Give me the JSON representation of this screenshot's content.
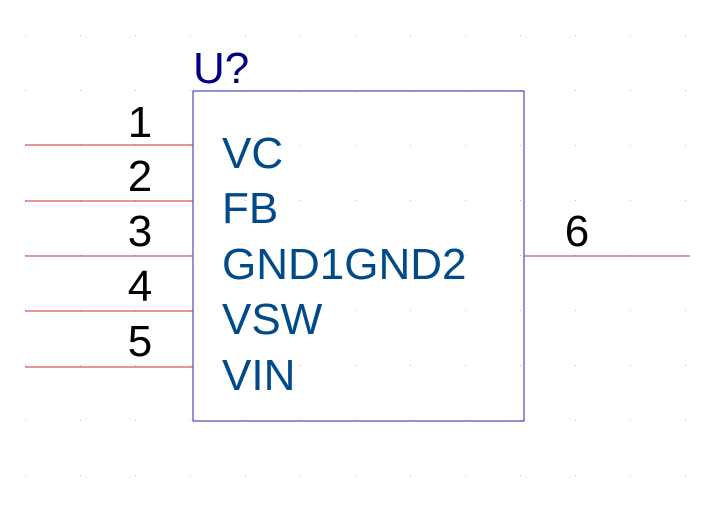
{
  "colors": {
    "background": "#ffffff",
    "grid_dot": "#b8b8b8",
    "body_outline": "#2424a8",
    "pin_line": "#c83232",
    "refdes_text": "#000080",
    "pin_name_text": "#004a8a",
    "pin_number_text": "#000000"
  },
  "component": {
    "reference": "U?"
  },
  "pins": [
    {
      "number": "1",
      "name": "VC"
    },
    {
      "number": "2",
      "name": "FB"
    },
    {
      "number": "3",
      "name": "GND1GND2"
    },
    {
      "number": "4",
      "name": "VSW"
    },
    {
      "number": "5",
      "name": "VIN"
    },
    {
      "number": "6",
      "name": ""
    }
  ]
}
